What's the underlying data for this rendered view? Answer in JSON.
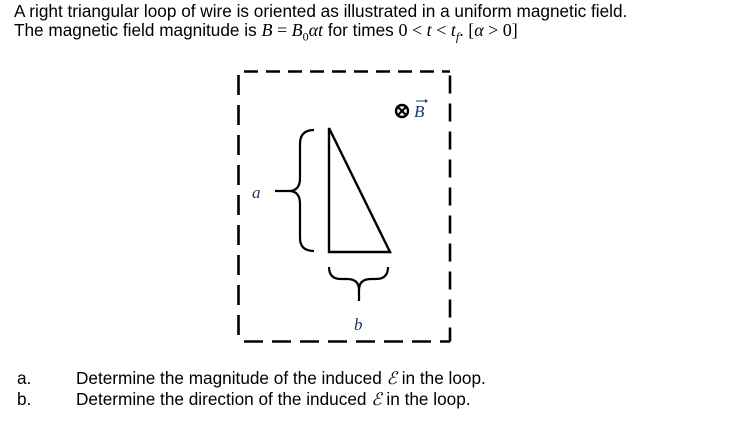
{
  "problem": {
    "intro_line1": "A right triangular loop of wire is oriented as illustrated in a uniform magnetic field.",
    "intro_line2_prefix": "The magnetic field magnitude is ",
    "equation_lhs": "B",
    "equation_eq": " = ",
    "equation_rhs_B": "B",
    "equation_rhs_sub": "0",
    "equation_rhs_rest": "αt",
    "times_text": " for times ",
    "time_range_start": "0 < ",
    "time_var": "t",
    "time_lt": " < ",
    "time_end_var": "t",
    "time_end_sub": "f",
    "period": ".  ",
    "condition_open": "[",
    "condition_var": "α",
    "condition_rest": " > 0]"
  },
  "figure": {
    "field_symbol_icon": "circle-x-into-page",
    "field_label": "B",
    "field_arrow": "→",
    "side_a_label": "a",
    "side_b_label": "b",
    "label_color": "#1f3864",
    "line_color": "#000000"
  },
  "questions": [
    {
      "letter": "a.",
      "text_before": "Determine the magnitude of the induced ",
      "symbol": "ℰ",
      "text_after": " in the loop."
    },
    {
      "letter": "b.",
      "text_before": "Determine the direction of the induced ",
      "symbol": "ℰ",
      "text_after": " in the loop."
    }
  ]
}
